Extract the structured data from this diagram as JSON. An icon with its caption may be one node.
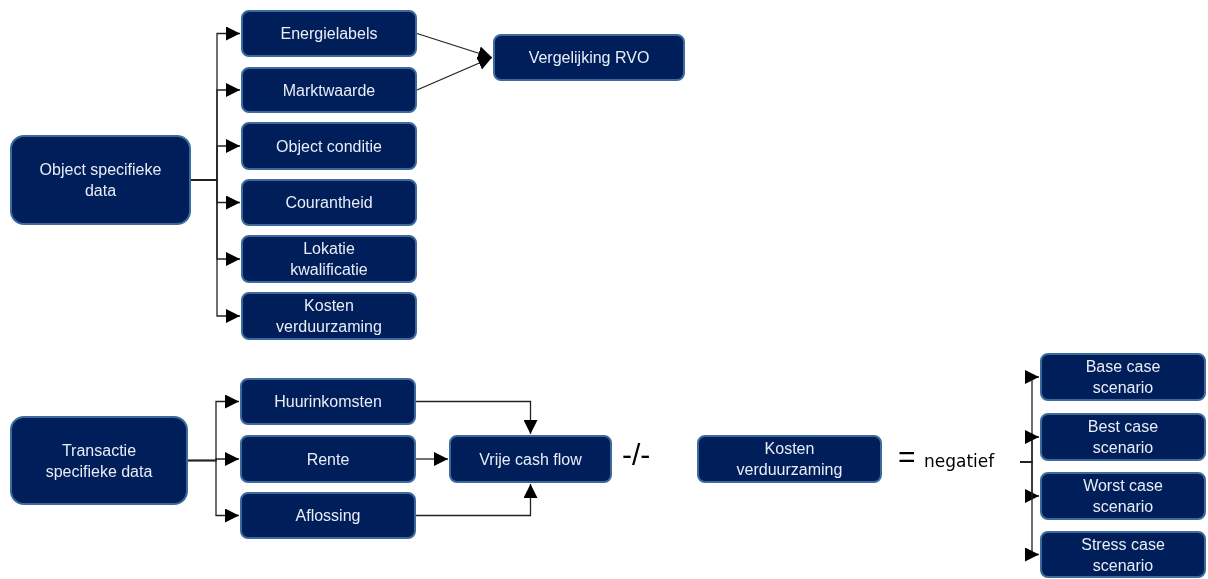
{
  "diagram": {
    "nodes": [
      {
        "text": [
          "Object specifieke data"
        ]
      },
      {
        "text": [
          "Energielabels"
        ]
      },
      {
        "text": [
          "Marktwaarde"
        ]
      },
      {
        "text": [
          "Object conditie"
        ]
      },
      {
        "text": [
          "Courantheid"
        ]
      },
      {
        "text": [
          "Lokatie kwalificatie"
        ]
      },
      {
        "text": [
          "Kosten verduurzaming"
        ]
      },
      {
        "text": [
          "Vergelijking RVO"
        ]
      },
      {
        "text": [
          "Transactie specifieke data"
        ]
      },
      {
        "text": [
          "Huurinkomsten"
        ]
      },
      {
        "text": [
          "Rente"
        ]
      },
      {
        "text": [
          "Aflossing"
        ]
      },
      {
        "text": [
          "Vrije cash flow"
        ]
      },
      {
        "text": [
          "Kosten verduurzaming"
        ]
      },
      {
        "text": [
          "negatief"
        ]
      },
      {
        "text": [
          "Base case scenario"
        ]
      },
      {
        "text": [
          "Best case scenario"
        ]
      },
      {
        "text": [
          "Worst case scenario"
        ]
      },
      {
        "text": [
          "Stress case scenario"
        ]
      }
    ],
    "edges": [
      {
        "from": 0,
        "to": 1,
        "arrow": "to"
      },
      {
        "from": 0,
        "to": 2,
        "arrow": "to"
      },
      {
        "from": 0,
        "to": 3,
        "arrow": "to"
      },
      {
        "from": 0,
        "to": 4,
        "arrow": "to"
      },
      {
        "from": 0,
        "to": 5,
        "arrow": "to"
      },
      {
        "from": 0,
        "to": 6,
        "arrow": "to"
      },
      {
        "from": 1,
        "to": 7,
        "arrow": "to"
      },
      {
        "from": 2,
        "to": 7,
        "arrow": "to"
      },
      {
        "from": 8,
        "to": 9,
        "arrow": "to"
      },
      {
        "from": 8,
        "to": 10,
        "arrow": "to"
      },
      {
        "from": 8,
        "to": 11,
        "arrow": "to"
      },
      {
        "from": 9,
        "to": 12,
        "arrow": "to"
      },
      {
        "from": 10,
        "to": 12,
        "arrow": "to"
      },
      {
        "from": 11,
        "to": 12,
        "arrow": "to"
      },
      {
        "from": 14,
        "to": 15,
        "arrow": "to"
      },
      {
        "from": 14,
        "to": 16,
        "arrow": "to"
      },
      {
        "from": 14,
        "to": 17,
        "arrow": "to"
      },
      {
        "from": 14,
        "to": 18,
        "arrow": "to"
      }
    ],
    "labels": [
      "-/-",
      "="
    ]
  }
}
